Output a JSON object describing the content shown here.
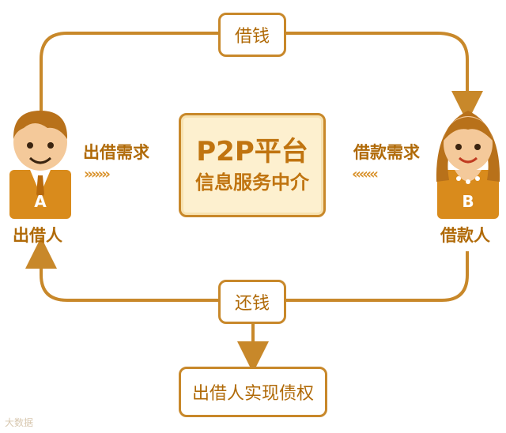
{
  "top_box": {
    "label": "借钱"
  },
  "bottom_box": {
    "label": "还钱"
  },
  "result_box": {
    "label": "出借人实现债权"
  },
  "center": {
    "title": "P2P平台",
    "subtitle": "信息服务中介"
  },
  "left_person": {
    "badge": "A",
    "name": "出借人",
    "demand": "出借需求",
    "chevrons": "›››››››"
  },
  "right_person": {
    "badge": "B",
    "name": "借款人",
    "demand": "借款需求",
    "chevrons": "‹‹‹‹‹‹‹"
  },
  "watermark": "大数据",
  "colors": {
    "line": "#c8882a",
    "text": "#b06a08",
    "skin": "#f4c99a",
    "body": "#d98b1c",
    "fill": "#fdf0cf"
  }
}
